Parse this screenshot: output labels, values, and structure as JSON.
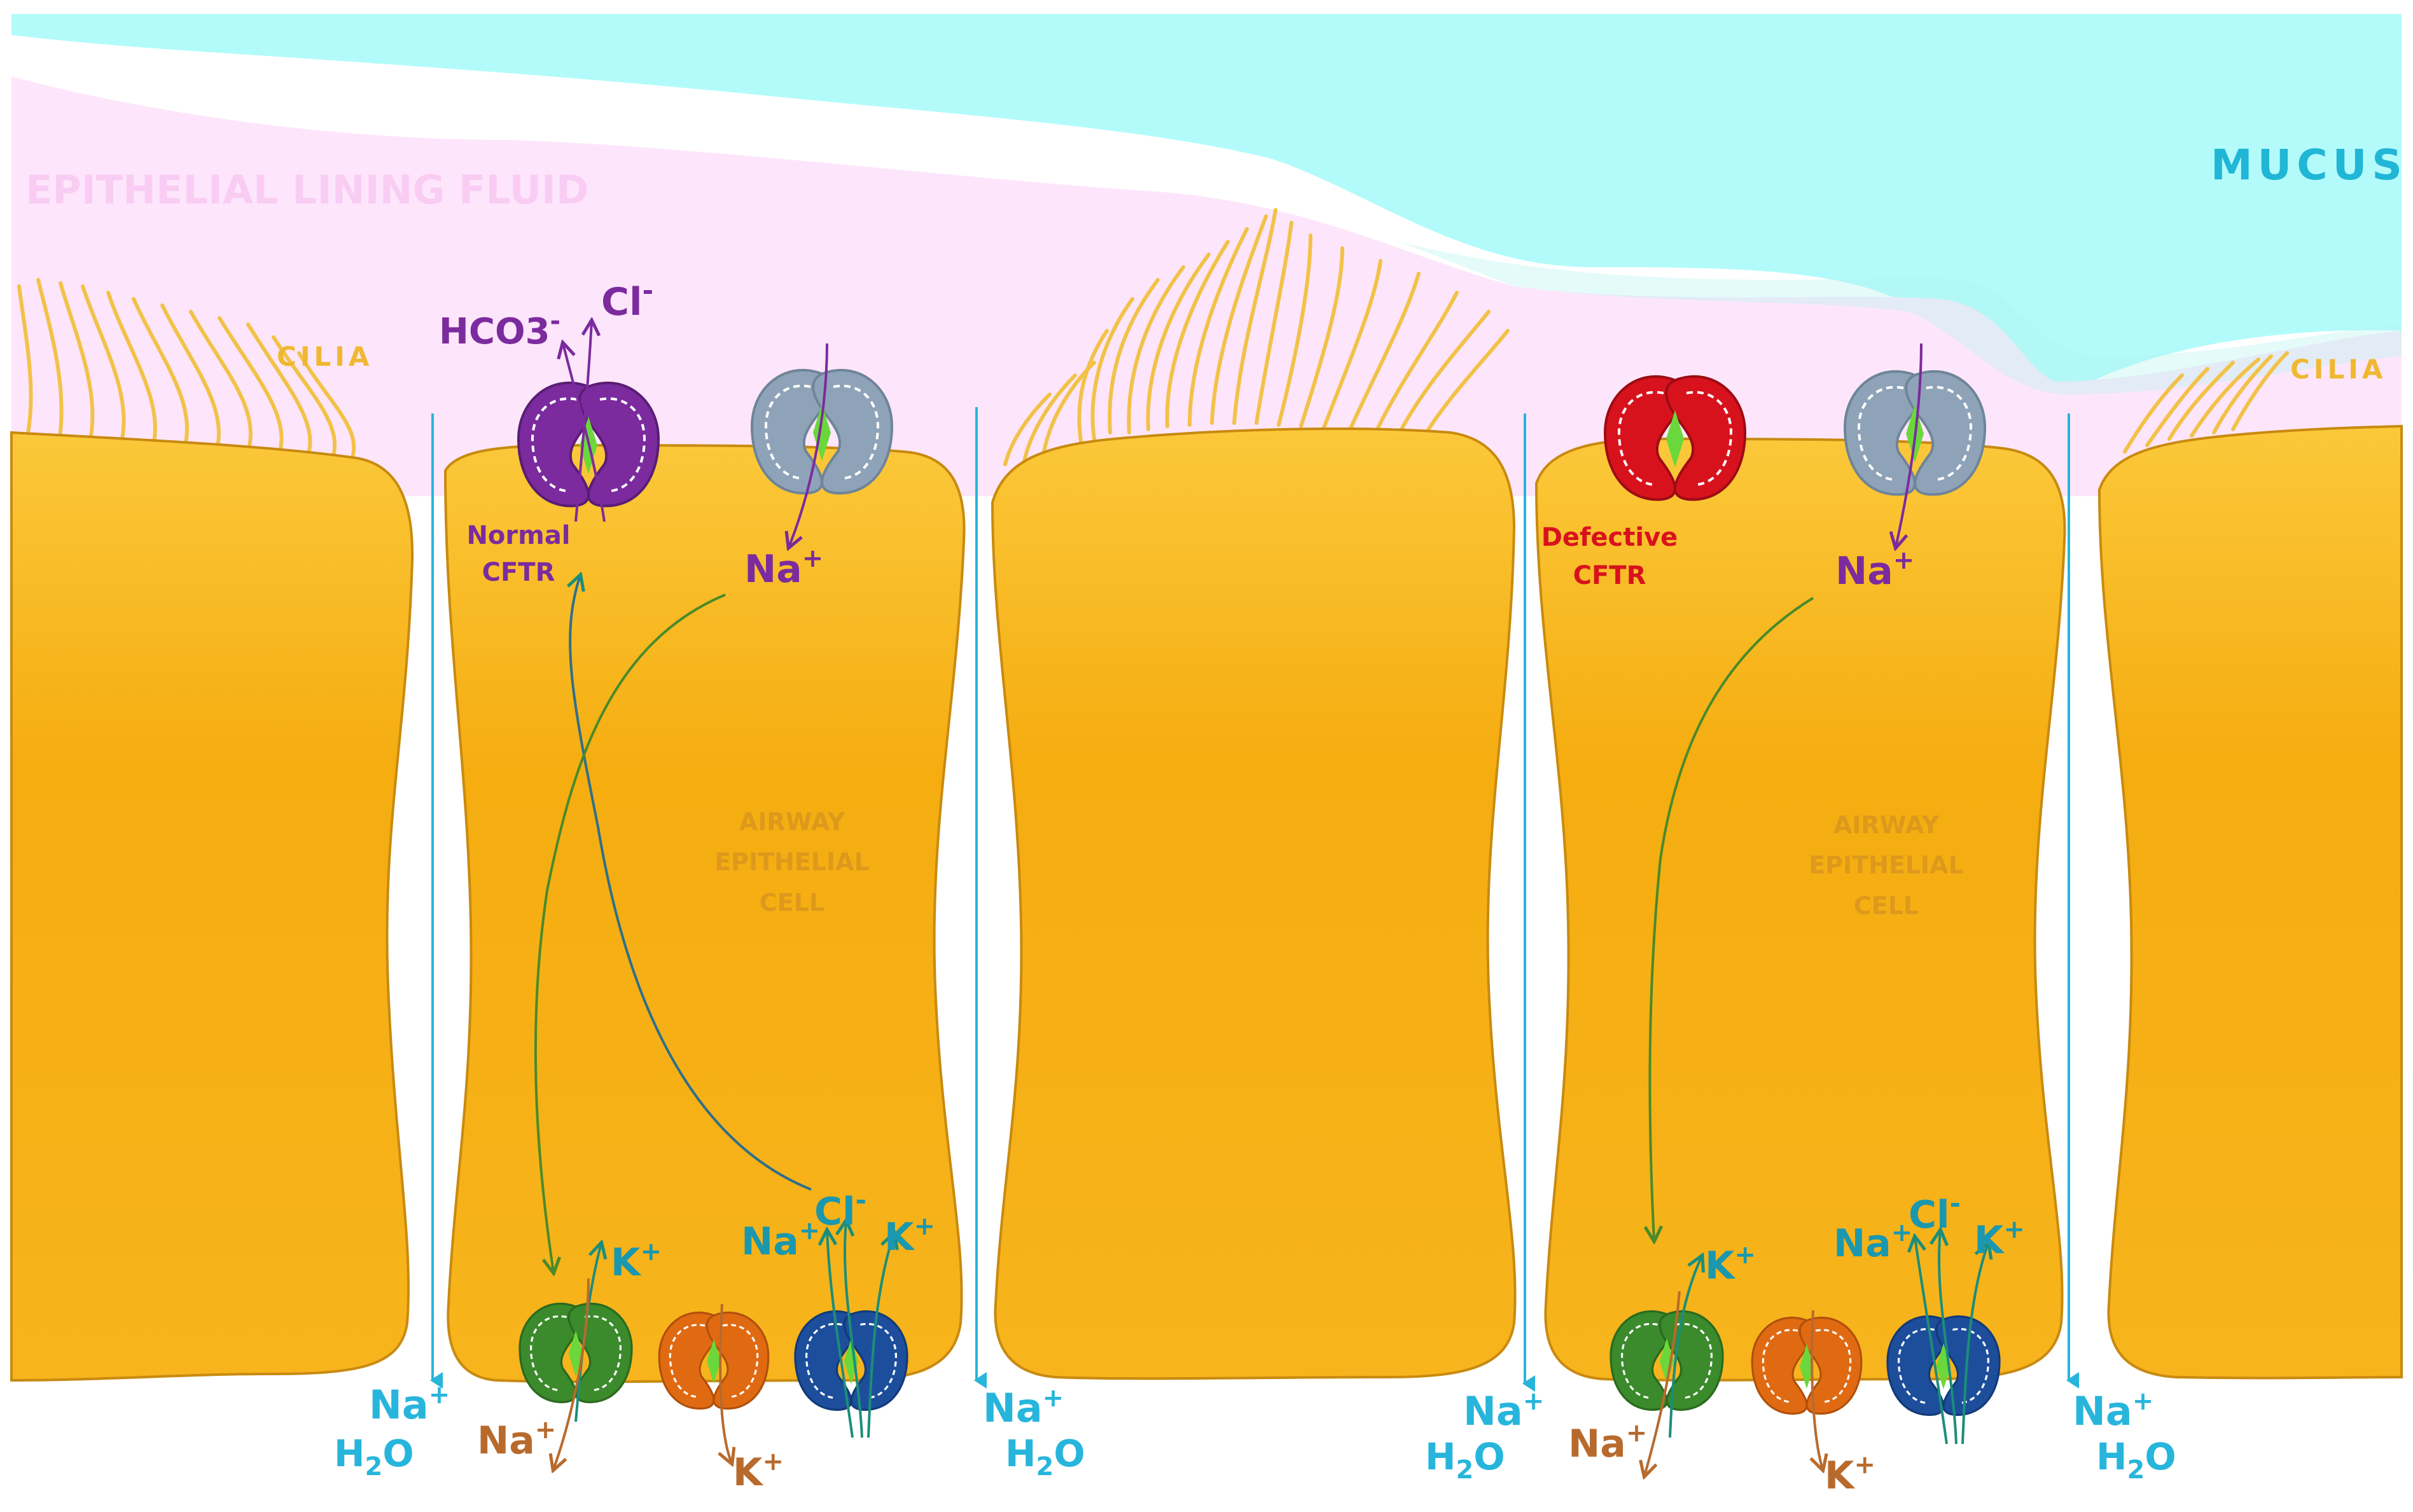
{
  "labels": {
    "epithelial_lining_fluid": "EPITHELIAL LINING FLUID",
    "mucus": "MUCUS",
    "cilia": "CILIA",
    "cilia_right": "CILIA",
    "hco3": "HCO3",
    "hco3_sup": "-",
    "cl": "Cl",
    "cl_sup": "-",
    "normal_cftr_line1": "Normal",
    "normal_cftr_line2": "CFTR",
    "defective_cftr_line1": "Defective",
    "defective_cftr_line2": "CFTR",
    "na": "Na",
    "k": "K",
    "plus": "+",
    "minus": "-",
    "h2o_h": "H",
    "h2o_2": "2",
    "h2o_o": "O",
    "cell_line1": "AIRWAY",
    "cell_line2": "EPITHELIAL",
    "cell_line3": "CELL"
  },
  "colors": {
    "mucus": "#b3fbfb",
    "lining_fluid": "#fde6fb",
    "cell_fill": "#f7b216",
    "cell_stroke": "#c88a10",
    "cilia": "#f2c248",
    "normal_cftr": "#7b2b9e",
    "defective_cftr": "#d8121d",
    "enac": "#8fa3b8",
    "green_channel": "#3b8a2b",
    "orange_channel": "#e06a12",
    "blue_channel": "#1d4e9c",
    "pore": "#6ad83a",
    "teal_label": "#1b97ae",
    "cyan_label": "#27b5dc",
    "brown_label": "#b86a2d",
    "purple_label": "#7b2b9e",
    "red_label": "#d8121d"
  }
}
